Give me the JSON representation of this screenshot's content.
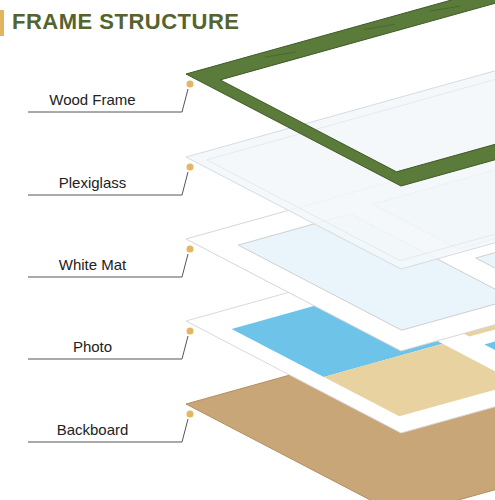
{
  "diagram": {
    "title": "FRAME STRUCTURE",
    "labels": [
      "Wood Frame",
      "Plexiglass",
      "White Mat",
      "Photo",
      "Backboard"
    ]
  }
}
